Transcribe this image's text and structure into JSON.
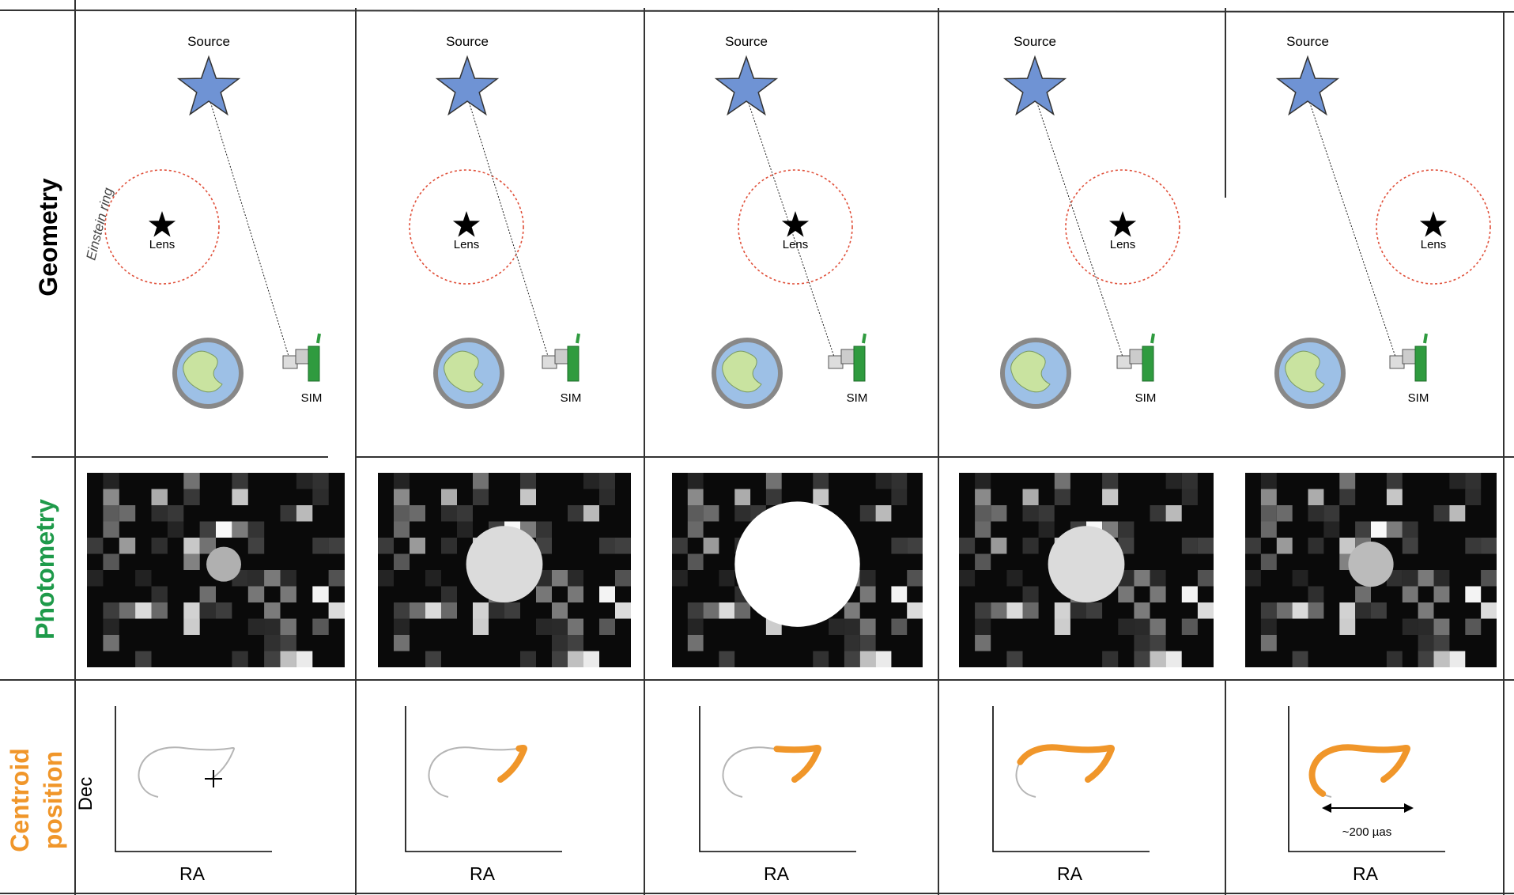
{
  "rows": {
    "geometry": {
      "label": "Geometry",
      "color": "#000000"
    },
    "photometry": {
      "label": "Photometry",
      "color": "#1e9a4a"
    },
    "centroid": {
      "label_line1": "Centroid",
      "label_line2": "position",
      "color": "#f0962a"
    }
  },
  "labels": {
    "source": "Source",
    "lens": "Lens",
    "sim": "SIM",
    "einstein_ring": "Einstein ring",
    "ra": "RA",
    "dec": "Dec",
    "scale": "~200 µas"
  },
  "colors": {
    "source_star": "#6f93d4",
    "ring": "#e0503a",
    "track_light": "#b5b5b5",
    "track_heavy": "#f0962a",
    "earth_ocean": "#9dc0e6",
    "earth_land": "#c9e3a0",
    "sim_panel": "#2f9b3f"
  },
  "epochs": [
    {
      "magnification": 1.0,
      "track_progress": 0.0
    },
    {
      "magnification": 2.2,
      "track_progress": 0.25
    },
    {
      "magnification": 3.6,
      "track_progress": 0.45
    },
    {
      "magnification": 2.2,
      "track_progress": 0.75
    },
    {
      "magnification": 1.3,
      "track_progress": 0.95
    }
  ]
}
